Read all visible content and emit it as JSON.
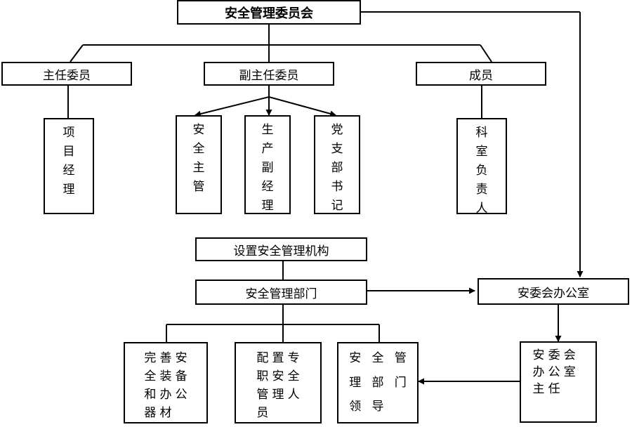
{
  "committee": {
    "title": "安全管理委员会"
  },
  "committee_roles": {
    "director": "主任委员",
    "deputy_director": "副主任委员",
    "member": "成员"
  },
  "staff": {
    "project_manager": "项目经理",
    "safety_supervisor": "安全主管",
    "production_deputy_manager": "生产副经理",
    "party_branch_secretary": "党支部书记",
    "section_head": "科室负责人"
  },
  "structure": {
    "establish_org": "设置安全管理机构",
    "safety_department": "安全管理部门",
    "committee_office": "安委会办公室",
    "office_director": "安委会办公室主任"
  },
  "department_tasks": {
    "equipment": "完善安全装备和办公器材",
    "staffing": "配置专职安全管理人员",
    "leadership": "安全管理部门领导"
  }
}
